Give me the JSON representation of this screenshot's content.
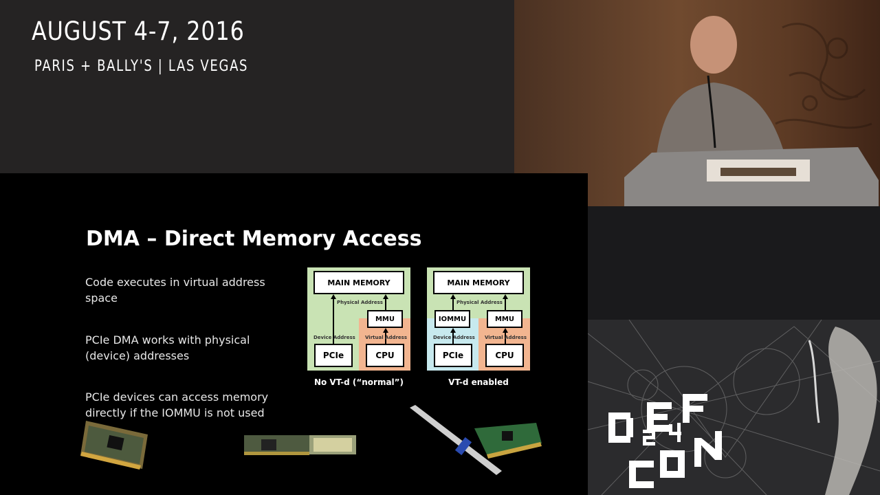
{
  "event": {
    "date": "AUGUST 4-7, 2016",
    "venue": "PARIS + BALLY'S | LAS VEGAS"
  },
  "slide": {
    "title": "DMA – Direct Memory Access",
    "bullets": [
      "Code executes in virtual address space",
      "PCIe DMA works with physical (device) addresses",
      "PCIe devices can access memory directly if the IOMMU is not used"
    ],
    "diagrams": [
      {
        "main": "MAIN MEMORY",
        "physical": "Physical Address",
        "mmu": "MMU",
        "device_label": "Device Address",
        "virtual_label": "Virtual Address",
        "pcie": "PCIe",
        "cpu": "CPU",
        "caption": "No VT-d (“normal”)"
      },
      {
        "main": "MAIN MEMORY",
        "physical": "Physical Address",
        "iommu": "IOMMU",
        "mmu": "MMU",
        "device_label": "Device Address",
        "virtual_label": "Virtual Address",
        "pcie": "PCIe",
        "cpu": "CPU",
        "caption": "VT-d enabled"
      }
    ]
  },
  "colors": {
    "diagram_green": "#c9e3b4",
    "diagram_orange": "#f2b590",
    "diagram_blue": "#c7e9ee"
  }
}
